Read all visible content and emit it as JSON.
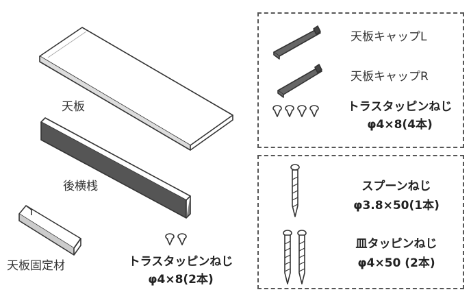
{
  "parts": {
    "top_board": "天板",
    "rear_crossbar": "後横桟",
    "top_fixing_member": "天板固定材",
    "top_cap_l": "天板キャップL",
    "top_cap_r": "天板キャップR",
    "truss_screw_4": {
      "name": "トラスタッピンねじ",
      "spec": "φ4×8(4本)"
    },
    "truss_screw_2": {
      "name": "トラスタッピンねじ",
      "spec": "φ4×8(2本)"
    },
    "spoon_screw": {
      "name": "スプーンねじ",
      "spec": "φ3.8×50(1本)"
    },
    "dish_screw": {
      "name": "皿タッピンねじ",
      "spec": "φ4×50 (2本)"
    }
  },
  "colors": {
    "line": "#333333",
    "box_border": "#555555",
    "background": "#ffffff"
  }
}
